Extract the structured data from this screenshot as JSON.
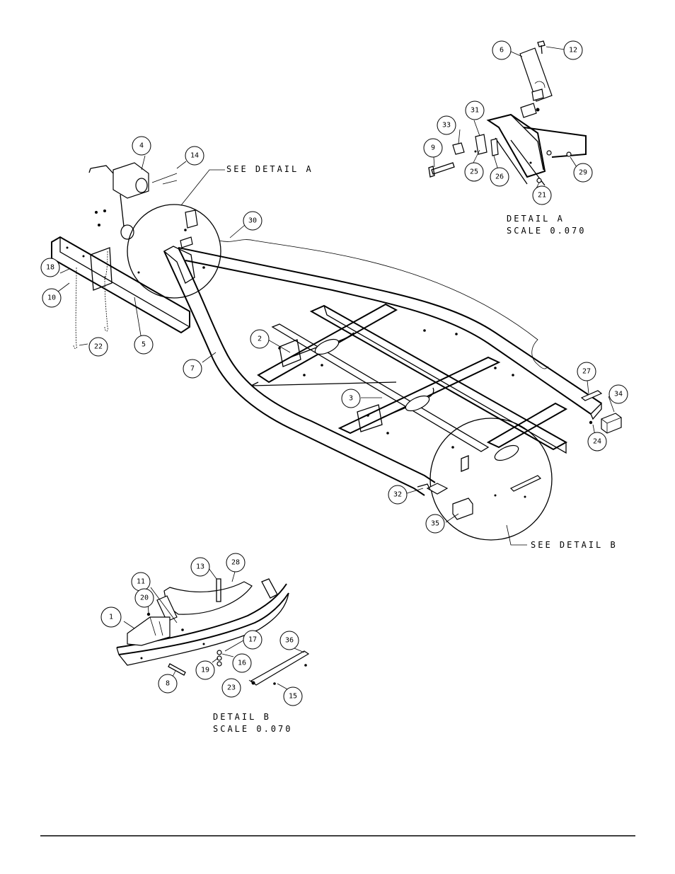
{
  "notes": {
    "see_detail_a": "SEE DETAIL  A",
    "see_detail_b": "SEE DETAIL  B",
    "detail_a_title": "DETAIL  A",
    "detail_a_scale": "SCALE  0.070",
    "detail_b_title": "DETAIL  B",
    "detail_b_scale": "SCALE  0.070"
  },
  "callouts": {
    "c1": "1",
    "c2": "2",
    "c3": "3",
    "c4": "4",
    "c5": "5",
    "c6": "6",
    "c7": "7",
    "c8": "8",
    "c9": "9",
    "c10": "10",
    "c11": "11",
    "c12": "12",
    "c13": "13",
    "c14": "14",
    "c15": "15",
    "c16": "16",
    "c17": "17",
    "c18": "18",
    "c19": "19",
    "c20": "20",
    "c21": "21",
    "c22": "22",
    "c23": "23",
    "c24": "24",
    "c25": "25",
    "c26": "26",
    "c27": "27",
    "c28": "28",
    "c29": "29",
    "c30": "30",
    "c31": "31",
    "c32": "32",
    "c33": "33",
    "c34": "34",
    "c35": "35",
    "c36": "36"
  }
}
